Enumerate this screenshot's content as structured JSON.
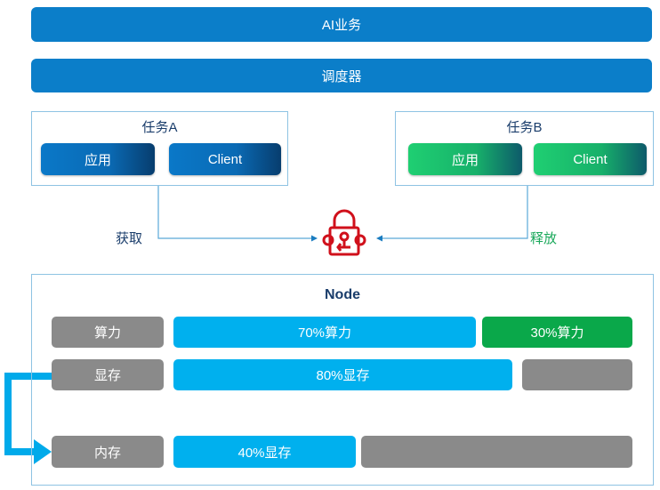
{
  "top_bar": "AI业务",
  "scheduler_bar": "调度器",
  "task_a": {
    "title": "任务A",
    "app": "应用",
    "client": "Client"
  },
  "task_b": {
    "title": "任务B",
    "app": "应用",
    "client": "Client"
  },
  "acquire_label": "获取",
  "release_label": "释放",
  "lock_icon": "lock-icon",
  "node": {
    "title": "Node",
    "rows": [
      {
        "label": "算力",
        "segments": [
          "70%算力",
          "30%算力"
        ]
      },
      {
        "label": "显存",
        "segments": [
          "80%显存",
          ""
        ]
      },
      {
        "label": "内存",
        "segments": [
          "40%显存",
          ""
        ]
      }
    ]
  },
  "colors": {
    "primary": "#0b7ec9",
    "green": "#0aa84a",
    "cyan": "#00b0ee",
    "lock": "#d0101b",
    "gray": "#8a8a8a"
  }
}
